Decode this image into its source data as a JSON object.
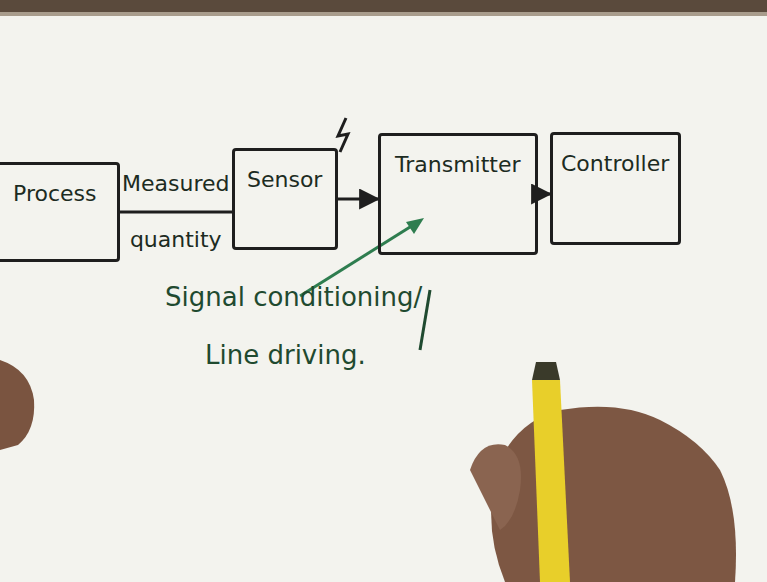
{
  "diagram": {
    "nodes": [
      {
        "text": [
          "Process"
        ]
      },
      {
        "text": [
          "Sensor"
        ]
      },
      {
        "text": [
          "Transmitter"
        ]
      },
      {
        "text": [
          "Controller"
        ]
      }
    ],
    "edges": [
      {
        "from": 0,
        "to": 1,
        "arrow": "none",
        "label": "Measured quantity"
      },
      {
        "from": 1,
        "to": 2,
        "arrow": "to"
      },
      {
        "from": 2,
        "to": 3,
        "arrow": "to"
      }
    ],
    "labels": [
      "Signal conditioning/",
      "Line driving."
    ]
  }
}
